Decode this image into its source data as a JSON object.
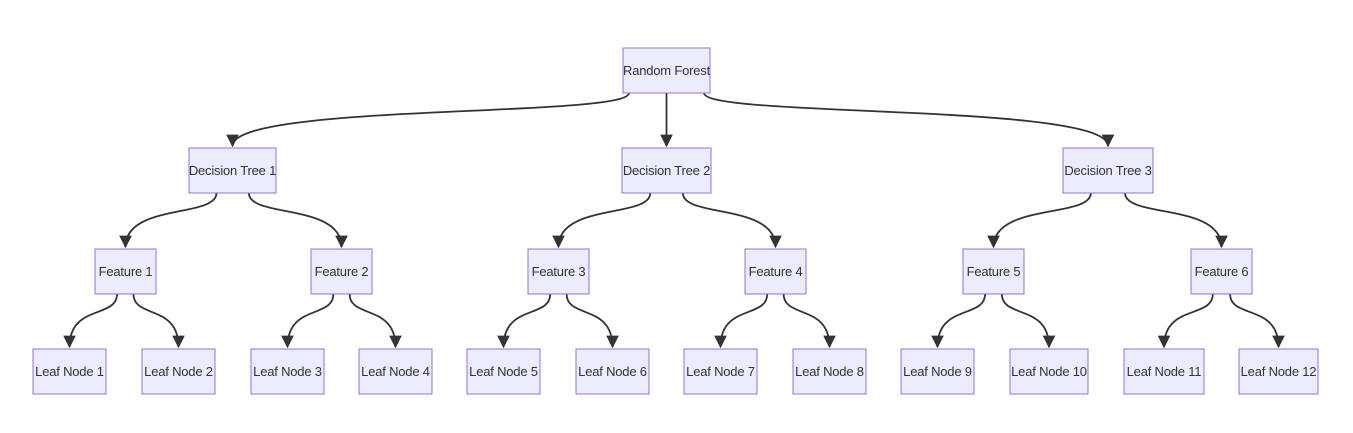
{
  "diagram": {
    "type": "flowchart-tree",
    "colors": {
      "node_fill": "#ECECFF",
      "node_border": "#9370DB",
      "edge": "#333333",
      "text": "#333333"
    },
    "root": {
      "id": "rf",
      "label": "Random Forest"
    },
    "trees": [
      {
        "id": "t1",
        "label": "Decision Tree 1"
      },
      {
        "id": "t2",
        "label": "Decision Tree 2"
      },
      {
        "id": "t3",
        "label": "Decision Tree 3"
      }
    ],
    "features": [
      {
        "id": "f1",
        "label": "Feature 1",
        "parent": "t1"
      },
      {
        "id": "f2",
        "label": "Feature 2",
        "parent": "t1"
      },
      {
        "id": "f3",
        "label": "Feature 3",
        "parent": "t2"
      },
      {
        "id": "f4",
        "label": "Feature 4",
        "parent": "t2"
      },
      {
        "id": "f5",
        "label": "Feature 5",
        "parent": "t3"
      },
      {
        "id": "f6",
        "label": "Feature 6",
        "parent": "t3"
      }
    ],
    "leaves": [
      {
        "id": "l1",
        "label": "Leaf Node 1",
        "parent": "f1"
      },
      {
        "id": "l2",
        "label": "Leaf Node 2",
        "parent": "f1"
      },
      {
        "id": "l3",
        "label": "Leaf Node 3",
        "parent": "f2"
      },
      {
        "id": "l4",
        "label": "Leaf Node 4",
        "parent": "f2"
      },
      {
        "id": "l5",
        "label": "Leaf Node 5",
        "parent": "f3"
      },
      {
        "id": "l6",
        "label": "Leaf Node 6",
        "parent": "f3"
      },
      {
        "id": "l7",
        "label": "Leaf Node 7",
        "parent": "f4"
      },
      {
        "id": "l8",
        "label": "Leaf Node 8",
        "parent": "f4"
      },
      {
        "id": "l9",
        "label": "Leaf Node 9",
        "parent": "f5"
      },
      {
        "id": "l10",
        "label": "Leaf Node 10",
        "parent": "f5"
      },
      {
        "id": "l11",
        "label": "Leaf Node 11",
        "parent": "f6"
      },
      {
        "id": "l12",
        "label": "Leaf Node 12",
        "parent": "f6"
      }
    ]
  }
}
